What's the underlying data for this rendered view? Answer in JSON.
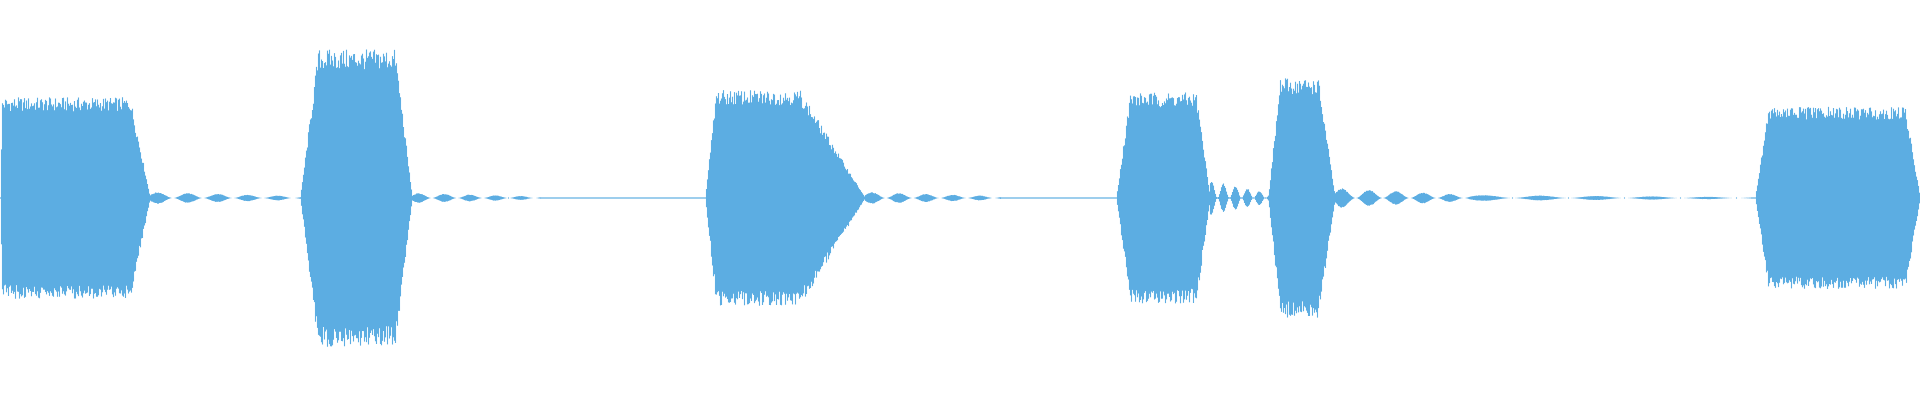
{
  "waveform": {
    "color": "#5dade2",
    "background": "#ffffff",
    "bursts": [
      {
        "id": "burst-1",
        "amp_level": 0.42
      },
      {
        "id": "burst-2",
        "amp_level": 0.62
      },
      {
        "id": "burst-3",
        "amp_level": 0.45
      },
      {
        "id": "burst-4",
        "amp_level": 0.44
      },
      {
        "id": "burst-5",
        "amp_level": 0.5
      },
      {
        "id": "burst-6",
        "amp_level": 0.38
      }
    ]
  }
}
